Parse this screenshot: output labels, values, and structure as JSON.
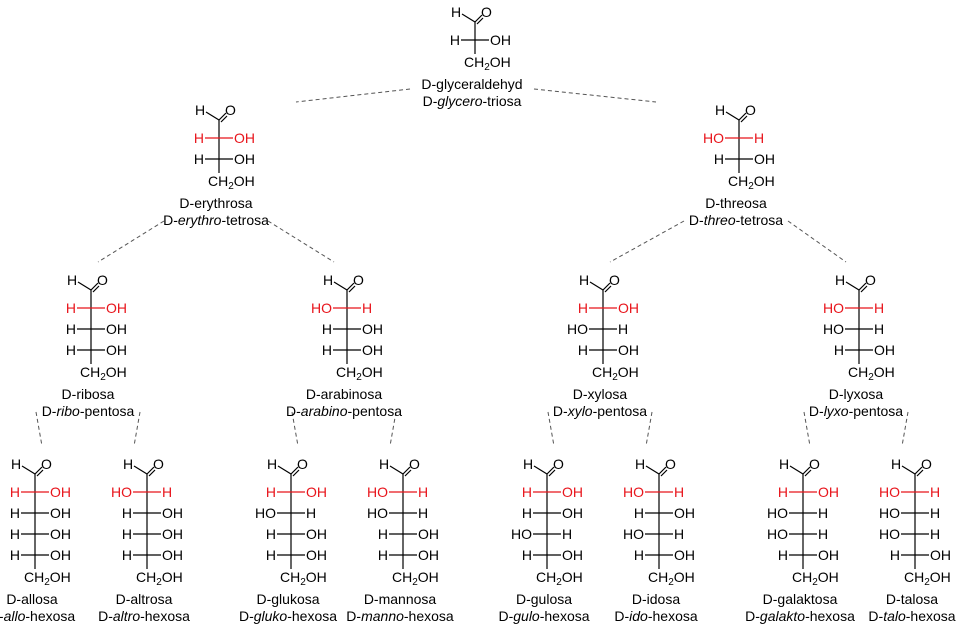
{
  "title": "D-aldoses family tree (Fischer projections)",
  "colors": {
    "highlight": "#e8141b",
    "normal": "#000000",
    "connector": "#555555"
  },
  "nodes": [
    {
      "id": "triose",
      "name": "D-glyceraldehyd",
      "prefix": "D-",
      "series": "glycero",
      "suffix": "-triosa",
      "rows": [
        [
          "H",
          "OH",
          false
        ]
      ]
    },
    {
      "id": "erythrose",
      "name": "D-erythrosa",
      "prefix": "D-",
      "series": "erythro",
      "suffix": "-tetrosa",
      "rows": [
        [
          "H",
          "OH",
          true
        ],
        [
          "H",
          "OH",
          false
        ]
      ]
    },
    {
      "id": "threose",
      "name": "D-threosa",
      "prefix": "D-",
      "series": "threo",
      "suffix": "-tetrosa",
      "rows": [
        [
          "HO",
          "H",
          true
        ],
        [
          "H",
          "OH",
          false
        ]
      ]
    },
    {
      "id": "ribose",
      "name": "D-ribosa",
      "prefix": "D-",
      "series": "ribo",
      "suffix": "-pentosa",
      "rows": [
        [
          "H",
          "OH",
          true
        ],
        [
          "H",
          "OH",
          false
        ],
        [
          "H",
          "OH",
          false
        ]
      ]
    },
    {
      "id": "arabinose",
      "name": "D-arabinosa",
      "prefix": "D-",
      "series": "arabino",
      "suffix": "-pentosa",
      "rows": [
        [
          "HO",
          "H",
          true
        ],
        [
          "H",
          "OH",
          false
        ],
        [
          "H",
          "OH",
          false
        ]
      ]
    },
    {
      "id": "xylose",
      "name": "D-xylosa",
      "prefix": "D-",
      "series": "xylo",
      "suffix": "-pentosa",
      "rows": [
        [
          "H",
          "OH",
          true
        ],
        [
          "HO",
          "H",
          false
        ],
        [
          "H",
          "OH",
          false
        ]
      ]
    },
    {
      "id": "lyxose",
      "name": "D-lyxosa",
      "prefix": "D-",
      "series": "lyxo",
      "suffix": "-pentosa",
      "rows": [
        [
          "HO",
          "H",
          true
        ],
        [
          "HO",
          "H",
          false
        ],
        [
          "H",
          "OH",
          false
        ]
      ]
    },
    {
      "id": "allose",
      "name": "D-allosa",
      "prefix": "D-",
      "series": "allo",
      "suffix": "-hexosa",
      "rows": [
        [
          "H",
          "OH",
          true
        ],
        [
          "H",
          "OH",
          false
        ],
        [
          "H",
          "OH",
          false
        ],
        [
          "H",
          "OH",
          false
        ]
      ]
    },
    {
      "id": "altrose",
      "name": "D-altrosa",
      "prefix": "D-",
      "series": "altro",
      "suffix": "-hexosa",
      "rows": [
        [
          "HO",
          "H",
          true
        ],
        [
          "H",
          "OH",
          false
        ],
        [
          "H",
          "OH",
          false
        ],
        [
          "H",
          "OH",
          false
        ]
      ]
    },
    {
      "id": "glucose",
      "name": "D-glukosa",
      "prefix": "D-",
      "series": "gluko",
      "suffix": "-hexosa",
      "rows": [
        [
          "H",
          "OH",
          true
        ],
        [
          "HO",
          "H",
          false
        ],
        [
          "H",
          "OH",
          false
        ],
        [
          "H",
          "OH",
          false
        ]
      ]
    },
    {
      "id": "mannose",
      "name": "D-mannosa",
      "prefix": "D-",
      "series": "manno",
      "suffix": "-hexosa",
      "rows": [
        [
          "HO",
          "H",
          true
        ],
        [
          "HO",
          "H",
          false
        ],
        [
          "H",
          "OH",
          false
        ],
        [
          "H",
          "OH",
          false
        ]
      ]
    },
    {
      "id": "gulose",
      "name": "D-gulosa",
      "prefix": "D-",
      "series": "gulo",
      "suffix": "-hexosa",
      "rows": [
        [
          "H",
          "OH",
          true
        ],
        [
          "H",
          "OH",
          false
        ],
        [
          "HO",
          "H",
          false
        ],
        [
          "H",
          "OH",
          false
        ]
      ]
    },
    {
      "id": "idose",
      "name": "D-idosa",
      "prefix": "D-",
      "series": "ido",
      "suffix": "-hexosa",
      "rows": [
        [
          "HO",
          "H",
          true
        ],
        [
          "H",
          "OH",
          false
        ],
        [
          "HO",
          "H",
          false
        ],
        [
          "H",
          "OH",
          false
        ]
      ]
    },
    {
      "id": "galactose",
      "name": "D-galaktosa",
      "prefix": "D-",
      "series": "galakto",
      "suffix": "-hexosa",
      "rows": [
        [
          "H",
          "OH",
          true
        ],
        [
          "HO",
          "H",
          false
        ],
        [
          "HO",
          "H",
          false
        ],
        [
          "H",
          "OH",
          false
        ]
      ]
    },
    {
      "id": "talose",
      "name": "D-talosa",
      "prefix": "D-",
      "series": "talo",
      "suffix": "-hexosa",
      "rows": [
        [
          "HO",
          "H",
          true
        ],
        [
          "HO",
          "H",
          false
        ],
        [
          "HO",
          "H",
          false
        ],
        [
          "H",
          "OH",
          false
        ]
      ]
    }
  ],
  "edges": [
    [
      "triose",
      "erythrose"
    ],
    [
      "triose",
      "threose"
    ],
    [
      "erythrose",
      "ribose"
    ],
    [
      "erythrose",
      "arabinose"
    ],
    [
      "threose",
      "xylose"
    ],
    [
      "threose",
      "lyxose"
    ],
    [
      "ribose",
      "allose"
    ],
    [
      "ribose",
      "altrose"
    ],
    [
      "arabinose",
      "glucose"
    ],
    [
      "arabinose",
      "mannose"
    ],
    [
      "xylose",
      "gulose"
    ],
    [
      "xylose",
      "idose"
    ],
    [
      "lyxose",
      "galactose"
    ],
    [
      "lyxose",
      "talose"
    ]
  ],
  "atoms": {
    "aldehyde_h": "H",
    "aldehyde_o": "O",
    "terminal": "CH2OH"
  }
}
